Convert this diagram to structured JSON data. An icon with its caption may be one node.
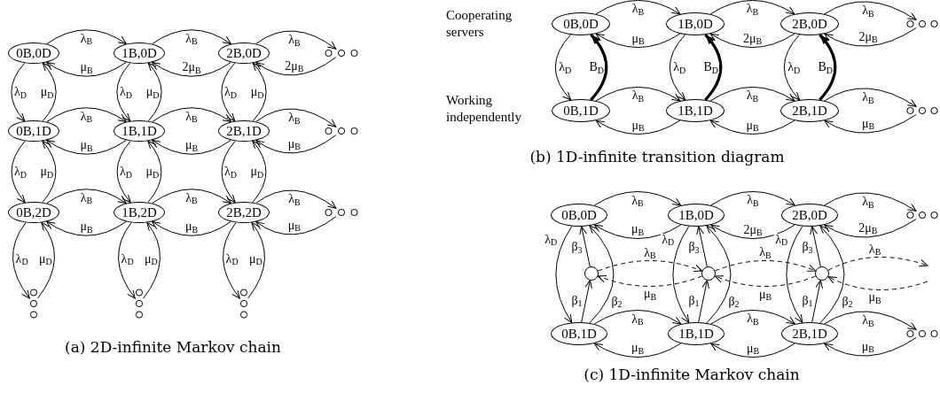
{
  "diagram": {
    "nodes": [
      {
        "text": [
          "0B,0D"
        ]
      },
      {
        "text": [
          "1B,0D"
        ]
      },
      {
        "text": [
          "2B,0D"
        ]
      },
      {
        "text": [],
        "shape": "dots"
      },
      {
        "text": [
          "0B,1D"
        ]
      },
      {
        "text": [
          "1B,1D"
        ]
      },
      {
        "text": [
          "2B,1D"
        ]
      },
      {
        "text": [],
        "shape": "dots"
      },
      {
        "text": [
          "0B,2D"
        ]
      },
      {
        "text": [
          "1B,2D"
        ]
      },
      {
        "text": [
          "2B,2D"
        ]
      },
      {
        "text": [],
        "shape": "dots"
      },
      {
        "text": [],
        "shape": "dots"
      },
      {
        "text": [],
        "shape": "dots"
      },
      {
        "text": [],
        "shape": "dots"
      },
      {
        "text": [
          "0B,0D"
        ]
      },
      {
        "text": [
          "1B,0D"
        ]
      },
      {
        "text": [
          "2B,0D"
        ]
      },
      {
        "text": [],
        "shape": "dots"
      },
      {
        "text": [
          "0B,1D"
        ]
      },
      {
        "text": [
          "1B,1D"
        ]
      },
      {
        "text": [
          "2B,1D"
        ]
      },
      {
        "text": [],
        "shape": "dots"
      },
      {
        "text": [
          "0B,0D"
        ]
      },
      {
        "text": [
          "1B,0D"
        ]
      },
      {
        "text": [
          "2B,0D"
        ]
      },
      {
        "text": [],
        "shape": "dots"
      },
      {
        "text": [],
        "shape": "circle"
      },
      {
        "text": [],
        "shape": "circle"
      },
      {
        "text": [],
        "shape": "circle"
      },
      {
        "text": [
          "0B,1D"
        ]
      },
      {
        "text": [
          "1B,1D"
        ]
      },
      {
        "text": [
          "2B,1D"
        ]
      },
      {
        "text": [],
        "shape": "dots"
      }
    ],
    "edges": [
      {
        "from": 0,
        "to": 1,
        "arrow": "to",
        "label": "λ$_{B}$"
      },
      {
        "from": 1,
        "to": 0,
        "arrow": "to",
        "label": "μ$_{B}$"
      },
      {
        "from": 1,
        "to": 2,
        "arrow": "to",
        "label": "λ$_{B}$"
      },
      {
        "from": 2,
        "to": 1,
        "arrow": "to",
        "label": "2μ$_{B}$"
      },
      {
        "from": 2,
        "to": 3,
        "arrow": "to",
        "label": "λ$_{B}$"
      },
      {
        "from": 3,
        "to": 2,
        "arrow": "to",
        "label": "2μ$_{B}$"
      },
      {
        "from": 4,
        "to": 5,
        "arrow": "to",
        "label": "λ$_{B}$"
      },
      {
        "from": 5,
        "to": 4,
        "arrow": "to",
        "label": "μ$_{B}$"
      },
      {
        "from": 5,
        "to": 6,
        "arrow": "to",
        "label": "λ$_{B}$"
      },
      {
        "from": 6,
        "to": 5,
        "arrow": "to",
        "label": "μ$_{B}$"
      },
      {
        "from": 6,
        "to": 7,
        "arrow": "to",
        "label": "λ$_{B}$"
      },
      {
        "from": 7,
        "to": 6,
        "arrow": "to",
        "label": "μ$_{B}$"
      },
      {
        "from": 8,
        "to": 9,
        "arrow": "to",
        "label": "λ$_{B}$"
      },
      {
        "from": 9,
        "to": 8,
        "arrow": "to",
        "label": "μ$_{B}$"
      },
      {
        "from": 9,
        "to": 10,
        "arrow": "to",
        "label": "λ$_{B}$"
      },
      {
        "from": 10,
        "to": 9,
        "arrow": "to",
        "label": "μ$_{B}$"
      },
      {
        "from": 10,
        "to": 11,
        "arrow": "to",
        "label": "λ$_{B}$"
      },
      {
        "from": 11,
        "to": 10,
        "arrow": "to",
        "label": "μ$_{B}$"
      },
      {
        "from": 0,
        "to": 4,
        "arrow": "to",
        "label": "λ$_{D}$"
      },
      {
        "from": 4,
        "to": 0,
        "arrow": "to",
        "label": "μ$_{D}$"
      },
      {
        "from": 1,
        "to": 5,
        "arrow": "to",
        "label": "λ$_{D}$"
      },
      {
        "from": 5,
        "to": 1,
        "arrow": "to",
        "label": "μ$_{D}$"
      },
      {
        "from": 2,
        "to": 6,
        "arrow": "to",
        "label": "λ$_{D}$"
      },
      {
        "from": 6,
        "to": 2,
        "arrow": "to",
        "label": "μ$_{D}$"
      },
      {
        "from": 4,
        "to": 8,
        "arrow": "to",
        "label": "λ$_{D}$"
      },
      {
        "from": 8,
        "to": 4,
        "arrow": "to",
        "label": "μ$_{D}$"
      },
      {
        "from": 5,
        "to": 9,
        "arrow": "to",
        "label": "λ$_{D}$"
      },
      {
        "from": 9,
        "to": 5,
        "arrow": "to",
        "label": "μ$_{D}$"
      },
      {
        "from": 6,
        "to": 10,
        "arrow": "to",
        "label": "λ$_{D}$"
      },
      {
        "from": 10,
        "to": 6,
        "arrow": "to",
        "label": "μ$_{D}$"
      },
      {
        "from": 8,
        "to": 12,
        "arrow": "to",
        "label": "λ$_{D}$"
      },
      {
        "from": 12,
        "to": 8,
        "arrow": "to",
        "label": "μ$_{D}$"
      },
      {
        "from": 9,
        "to": 13,
        "arrow": "to",
        "label": "λ$_{D}$"
      },
      {
        "from": 13,
        "to": 9,
        "arrow": "to",
        "label": "μ$_{D}$"
      },
      {
        "from": 10,
        "to": 14,
        "arrow": "to",
        "label": "λ$_{D}$"
      },
      {
        "from": 14,
        "to": 10,
        "arrow": "to",
        "label": "μ$_{D}$"
      },
      {
        "from": 15,
        "to": 16,
        "arrow": "to",
        "label": "λ$_{B}$"
      },
      {
        "from": 16,
        "to": 15,
        "arrow": "to",
        "label": "μ$_{B}$"
      },
      {
        "from": 16,
        "to": 17,
        "arrow": "to",
        "label": "λ$_{B}$"
      },
      {
        "from": 17,
        "to": 16,
        "arrow": "to",
        "label": "2μ$_{B}$"
      },
      {
        "from": 17,
        "to": 18,
        "arrow": "to",
        "label": "λ$_{B}$"
      },
      {
        "from": 18,
        "to": 17,
        "arrow": "to",
        "label": "2μ$_{B}$"
      },
      {
        "from": 19,
        "to": 20,
        "arrow": "to",
        "label": "λ$_{B}$"
      },
      {
        "from": 20,
        "to": 19,
        "arrow": "to",
        "label": "μ$_{B}$"
      },
      {
        "from": 20,
        "to": 21,
        "arrow": "to",
        "label": "λ$_{B}$"
      },
      {
        "from": 21,
        "to": 20,
        "arrow": "to",
        "label": "μ$_{B}$"
      },
      {
        "from": 21,
        "to": 22,
        "arrow": "to",
        "label": "λ$_{B}$"
      },
      {
        "from": 22,
        "to": 21,
        "arrow": "to",
        "label": "μ$_{B}$"
      },
      {
        "from": 15,
        "to": 19,
        "arrow": "to",
        "label": "λ$_{D}$"
      },
      {
        "from": 19,
        "to": 15,
        "arrow": "to",
        "label": "B$_{D}$",
        "style": "thick"
      },
      {
        "from": 16,
        "to": 20,
        "arrow": "to",
        "label": "λ$_{D}$"
      },
      {
        "from": 20,
        "to": 16,
        "arrow": "to",
        "label": "B$_{D}$",
        "style": "thick"
      },
      {
        "from": 17,
        "to": 21,
        "arrow": "to",
        "label": "λ$_{D}$"
      },
      {
        "from": 21,
        "to": 17,
        "arrow": "to",
        "label": "B$_{D}$",
        "style": "thick"
      },
      {
        "from": 23,
        "to": 24,
        "arrow": "to",
        "label": "λ$_{B}$"
      },
      {
        "from": 24,
        "to": 23,
        "arrow": "to",
        "label": "μ$_{B}$"
      },
      {
        "from": 24,
        "to": 25,
        "arrow": "to",
        "label": "λ$_{B}$"
      },
      {
        "from": 25,
        "to": 24,
        "arrow": "to",
        "label": "2μ$_{B}$"
      },
      {
        "from": 25,
        "to": 26,
        "arrow": "to",
        "label": "λ$_{B}$"
      },
      {
        "from": 26,
        "to": 25,
        "arrow": "to",
        "label": "2μ$_{B}$"
      },
      {
        "from": 30,
        "to": 31,
        "arrow": "to",
        "label": "λ$_{B}$"
      },
      {
        "from": 31,
        "to": 30,
        "arrow": "to",
        "label": "μ$_{B}$"
      },
      {
        "from": 31,
        "to": 32,
        "arrow": "to",
        "label": "λ$_{B}$"
      },
      {
        "from": 32,
        "to": 31,
        "arrow": "to",
        "label": "μ$_{B}$"
      },
      {
        "from": 32,
        "to": 33,
        "arrow": "to",
        "label": "λ$_{B}$"
      },
      {
        "from": 33,
        "to": 32,
        "arrow": "to",
        "label": "μ$_{B}$"
      },
      {
        "from": 23,
        "to": 30,
        "arrow": "to",
        "label": "λ$_{D}$"
      },
      {
        "from": 27,
        "to": 23,
        "arrow": "to",
        "label": "β$_{3}$"
      },
      {
        "from": 30,
        "to": 27,
        "arrow": "to",
        "label": "β$_{1}$"
      },
      {
        "from": 30,
        "to": 23,
        "arrow": "to",
        "label": "β$_{2}$"
      },
      {
        "from": 24,
        "to": 31,
        "arrow": "to",
        "label": "λ$_{D}$"
      },
      {
        "from": 28,
        "to": 24,
        "arrow": "to",
        "label": "β$_{3}$"
      },
      {
        "from": 31,
        "to": 28,
        "arrow": "to",
        "label": "β$_{1}$"
      },
      {
        "from": 31,
        "to": 24,
        "arrow": "to",
        "label": "β$_{2}$"
      },
      {
        "from": 25,
        "to": 32,
        "arrow": "to",
        "label": "λ$_{D}$"
      },
      {
        "from": 29,
        "to": 25,
        "arrow": "to",
        "label": "β$_{3}$"
      },
      {
        "from": 32,
        "to": 29,
        "arrow": "to",
        "label": "β$_{1}$"
      },
      {
        "from": 32,
        "to": 25,
        "arrow": "to",
        "label": "β$_{2}$"
      },
      {
        "from": 27,
        "to": 28,
        "arrow": "to",
        "label": "λ$_{B}$",
        "style": "dashed"
      },
      {
        "from": 28,
        "to": 27,
        "arrow": "to",
        "label": "μ$_{B}$",
        "style": "dashed"
      },
      {
        "from": 28,
        "to": 29,
        "arrow": "to",
        "label": "λ$_{B}$",
        "style": "dashed"
      },
      {
        "from": 29,
        "to": 28,
        "arrow": "to",
        "label": "μ$_{B}$",
        "style": "dashed"
      },
      {
        "from": 29,
        "to": null,
        "arrow": "to",
        "label": "λ$_{B}$",
        "style": "dashed"
      },
      {
        "from": null,
        "to": 29,
        "arrow": "to",
        "label": "μ$_{B}$",
        "style": "dashed"
      }
    ],
    "labels": [
      "Cooperating servers",
      "Working independently",
      "(b) 1D-infinite transition diagram",
      "(a) 2D-infinite Markov chain",
      "(c) 1D-infinite Markov chain"
    ]
  }
}
